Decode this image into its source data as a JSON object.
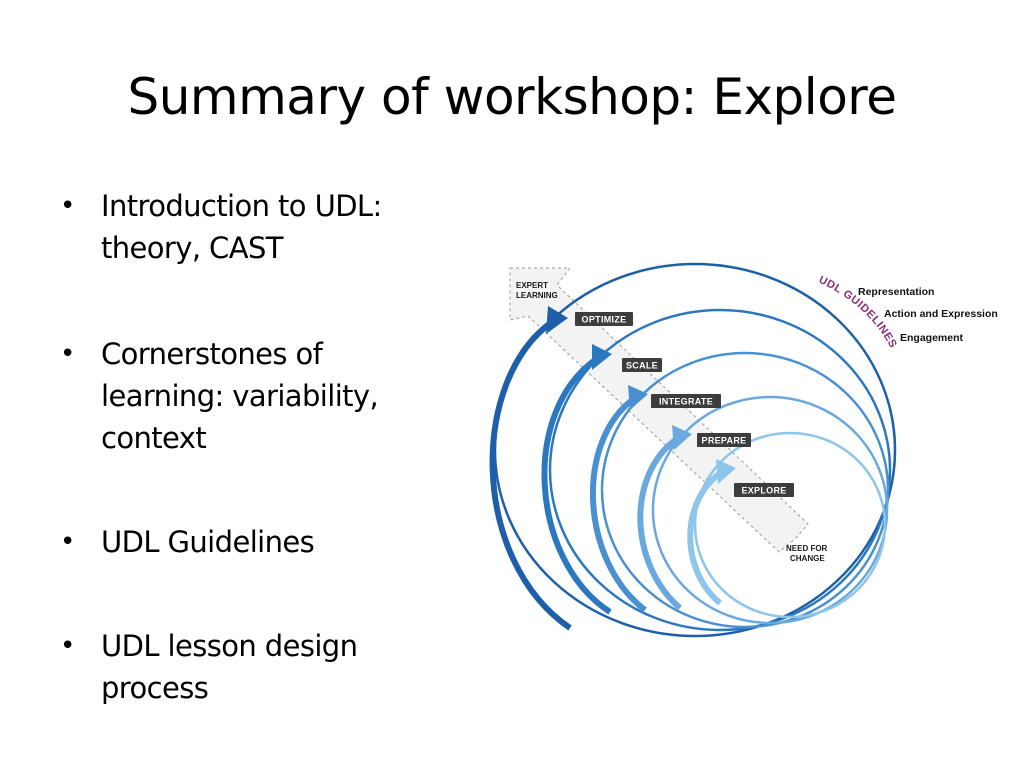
{
  "title": "Summary of workshop: Explore",
  "bullets": [
    {
      "lines": [
        "Introduction to UDL:",
        "theory, CAST"
      ]
    },
    {
      "lines": [
        "Cornerstones of",
        "learning: variability,",
        "context"
      ]
    },
    {
      "lines": [
        "UDL Guidelines"
      ]
    },
    {
      "lines": [
        "UDL lesson design",
        "process"
      ]
    }
  ],
  "bullet_glyph": "•",
  "diagram": {
    "stages": [
      "EXPERT LEARNING",
      "OPTIMIZE",
      "SCALE",
      "INTEGRATE",
      "PREPARE",
      "EXPLORE",
      "NEED FOR CHANGE"
    ],
    "endpoint_top": [
      "EXPERT",
      "LEARNING"
    ],
    "endpoint_bottom": [
      "NEED FOR",
      "CHANGE"
    ],
    "steps": [
      "OPTIMIZE",
      "SCALE",
      "INTEGRATE",
      "PREPARE",
      "EXPLORE"
    ],
    "guidelines_label": "UDL GUIDELINES",
    "guidelines": [
      "Representation",
      "Action and Expression",
      "Engagement"
    ],
    "colors": {
      "ring_dark": "#1d5fa8",
      "ring_light": "#8ec5ea",
      "guidelines_label": "#8a2a78",
      "step_box": "#3d3d3d"
    }
  }
}
